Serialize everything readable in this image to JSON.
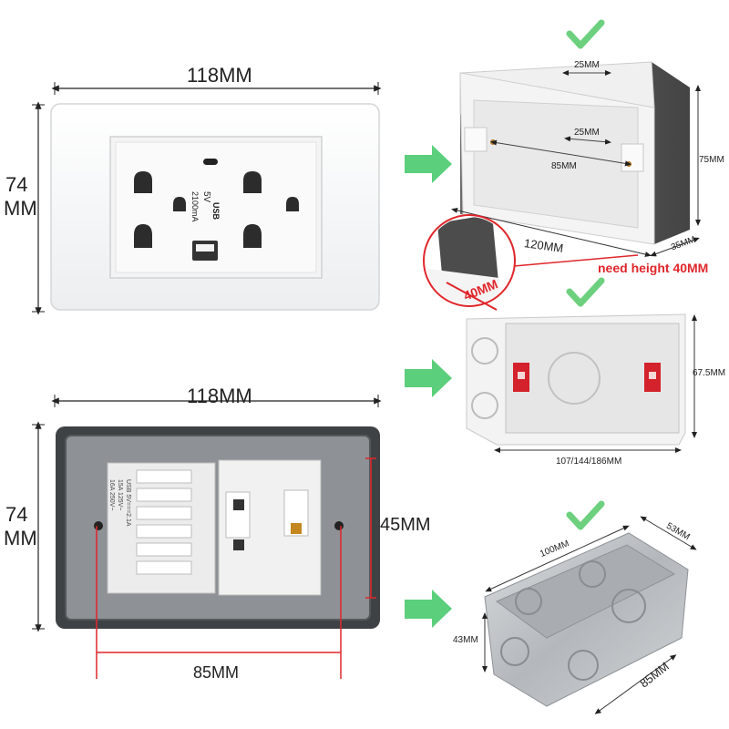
{
  "front_panel": {
    "width_label": "118MM",
    "height_label_line1": "74",
    "height_label_line2": "MM",
    "usb_marking_line1": "USB",
    "usb_marking_line2": "5V",
    "usb_marking_line3": "2100mA"
  },
  "back_panel": {
    "width_label": "118MM",
    "height_label_line1": "74",
    "height_label_line2": "MM",
    "inner_height_label": "45MM",
    "screw_spacing_label": "85MM",
    "module_text_line1": "USB 5V===2.1A",
    "module_text_line2": "15A 125V~",
    "module_text_line3": "16A 250V~"
  },
  "plastic_box_1": {
    "top_width_label": "25MM",
    "inner_width_label": "25MM",
    "screw_spacing_label": "85MM",
    "height_label": "75MM",
    "length_label": "120MM",
    "depth_label": "35MM",
    "zoom_label": "40MM",
    "note": "need  height 40MM"
  },
  "plastic_box_2": {
    "height_label": "67.5MM",
    "length_label": "107/144/186MM"
  },
  "metal_box": {
    "length_label": "100MM",
    "width_label": "53MM",
    "height_label": "43MM",
    "depth_label": "85MM"
  },
  "colors": {
    "check_green": "#6dd07e",
    "arrow_green": "#5ccf7c",
    "dim_red": "#e0262b",
    "box_dark": "#5a5a5a"
  },
  "icons": [
    "check-icon",
    "arrow-right-icon"
  ]
}
